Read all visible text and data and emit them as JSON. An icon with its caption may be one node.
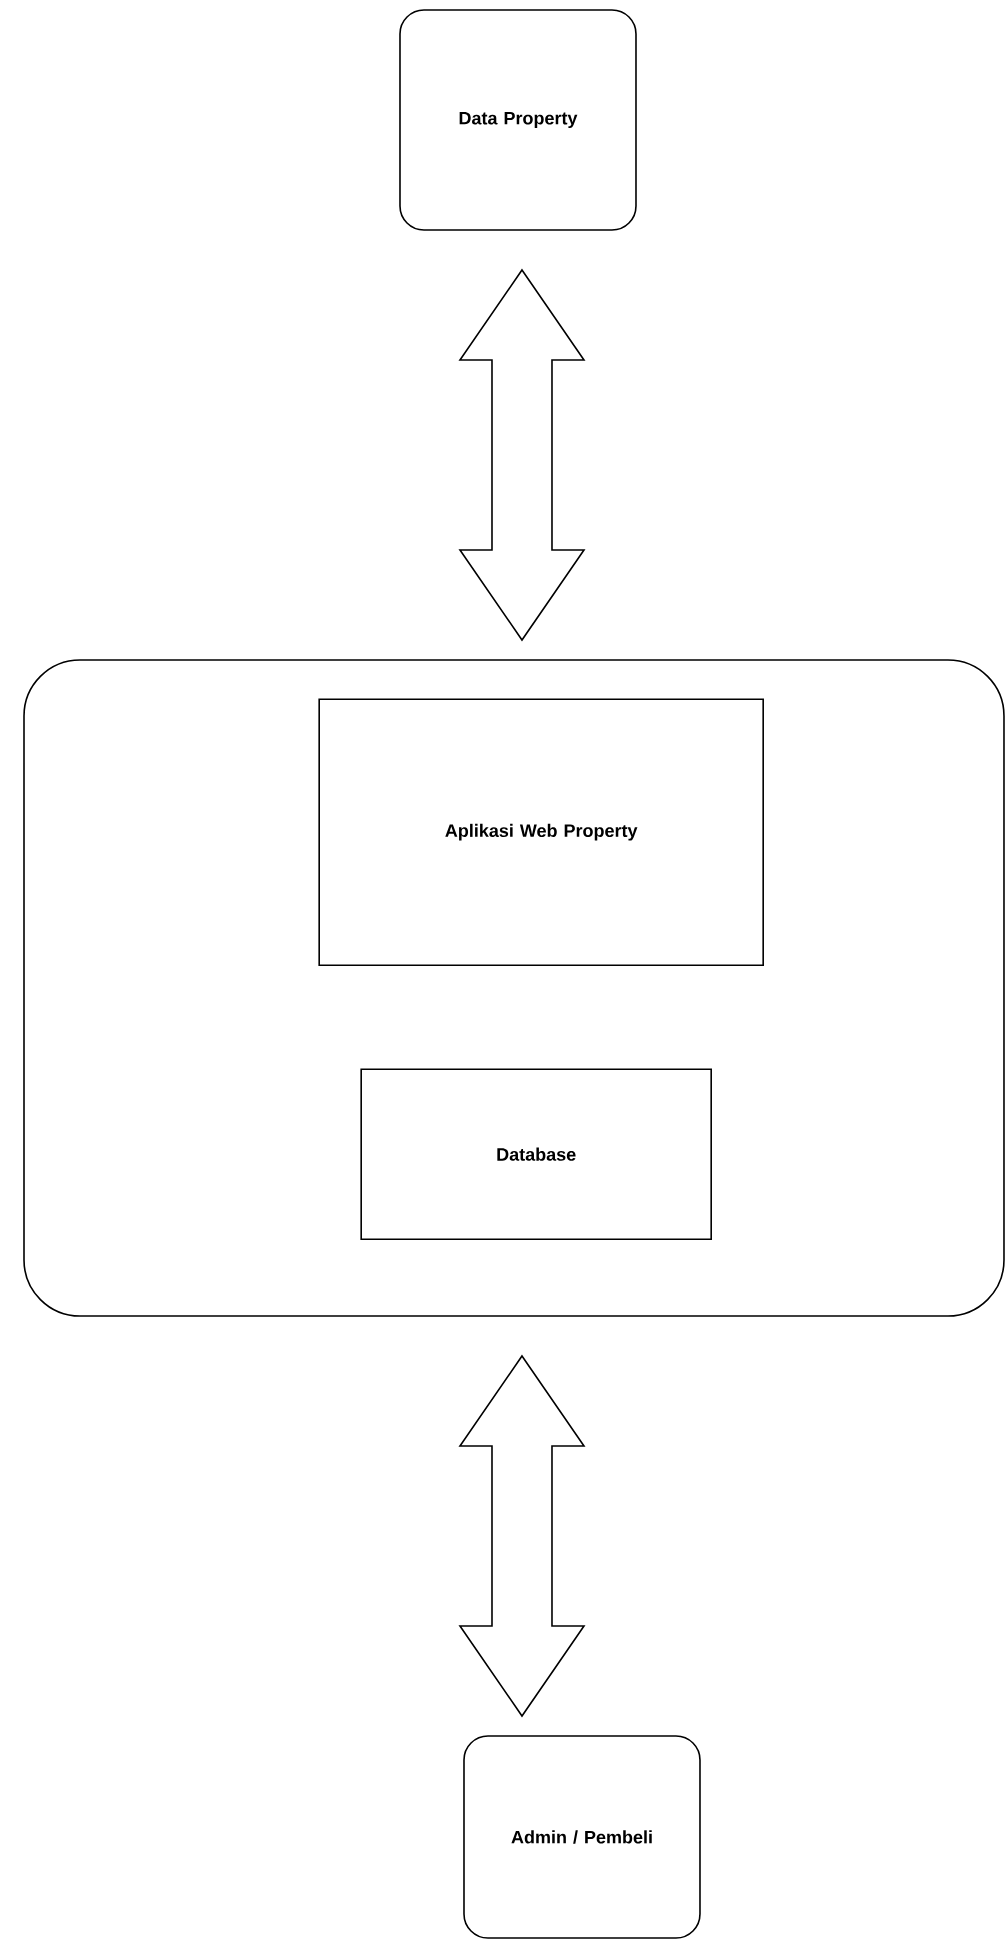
{
  "diagram": {
    "nodes": [
      {
        "text": [
          "Data Property"
        ]
      },
      {
        "text": [],
        "shape": "box"
      },
      {
        "text": [
          "Aplikasi Web Property"
        ],
        "in": 1
      },
      {
        "text": [
          "Database"
        ],
        "in": 1
      },
      {
        "text": [
          "Admin / Pembeli"
        ]
      }
    ],
    "edges": [
      {
        "from": 0,
        "to": 1,
        "arrow": "both"
      },
      {
        "from": 1,
        "to": 4,
        "arrow": "both"
      }
    ]
  }
}
